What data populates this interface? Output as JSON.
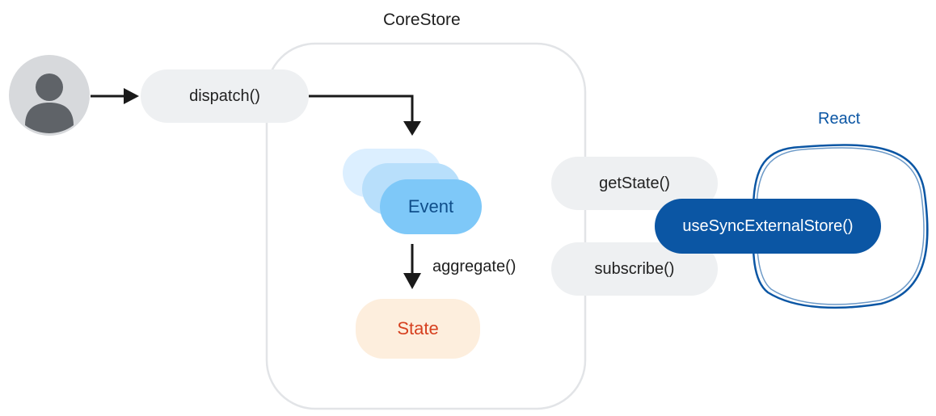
{
  "diagram": {
    "corestore_title": "CoreStore",
    "react_title": "React",
    "dispatch_label": "dispatch()",
    "event_label": "Event",
    "aggregate_label": "aggregate()",
    "state_label": "State",
    "getstate_label": "getState()",
    "subscribe_label": "subscribe()",
    "usesync_label": "useSyncExternalStore()"
  },
  "colors": {
    "react_blue": "#0b56a4",
    "event_blue": "#7ec8f8",
    "state_orange": "#d6401f",
    "state_fill": "#fdeedd",
    "pill_grey": "#eef0f2",
    "avatar_grey": "#5f6368"
  },
  "icons": {
    "user": "person-avatar-icon"
  }
}
